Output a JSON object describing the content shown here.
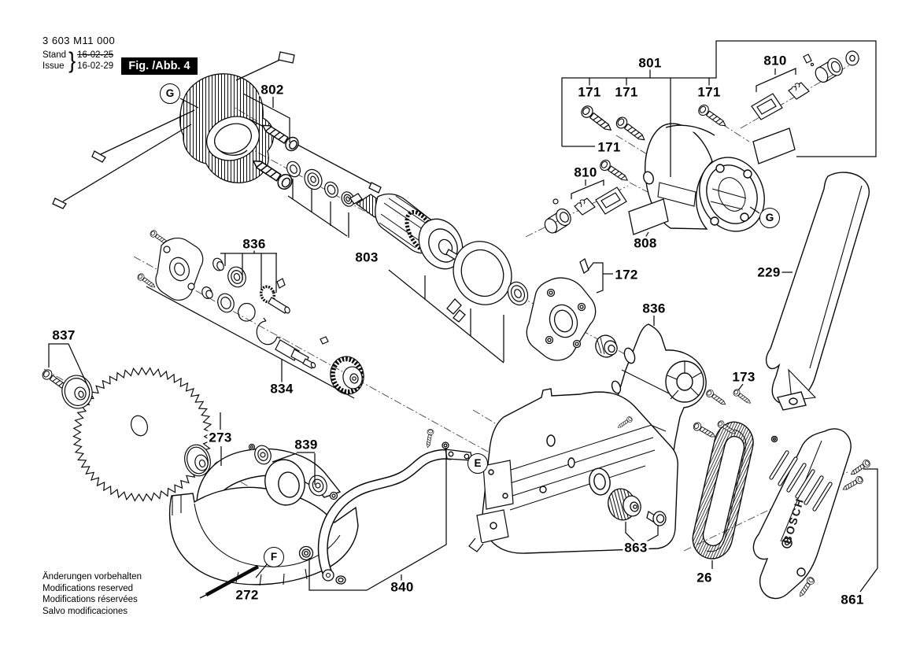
{
  "document": {
    "type_number": "3 603 M11 000",
    "revision": {
      "stand_label": "Stand",
      "issue_label": "Issue",
      "brace": "}",
      "old_date": "16-02-25",
      "new_date": "16-02-29"
    },
    "figure_label": "Fig. /Abb. 4"
  },
  "callouts": {
    "n26": "26",
    "n171": "171",
    "n172": "172",
    "n173": "173",
    "n229": "229",
    "n272": "272",
    "n273": "273",
    "n801": "801",
    "n802": "802",
    "n803": "803",
    "n808": "808",
    "n810": "810",
    "n834": "834",
    "n836": "836",
    "n837": "837",
    "n839": "839",
    "n840": "840",
    "n861": "861",
    "n863": "863"
  },
  "reference_letters": {
    "e": "E",
    "f": "F",
    "g": "G"
  },
  "brand_logo": "BOSCH",
  "footer": {
    "line1": "Änderungen vorbehalten",
    "line2": "Modifications reserved",
    "line3": "Modifications réservées",
    "line4": "Salvo modificaciones"
  },
  "colors": {
    "line": "#0a0a0a",
    "background": "#ffffff",
    "figure_tag_bg": "#000000",
    "figure_tag_fg": "#ffffff"
  }
}
